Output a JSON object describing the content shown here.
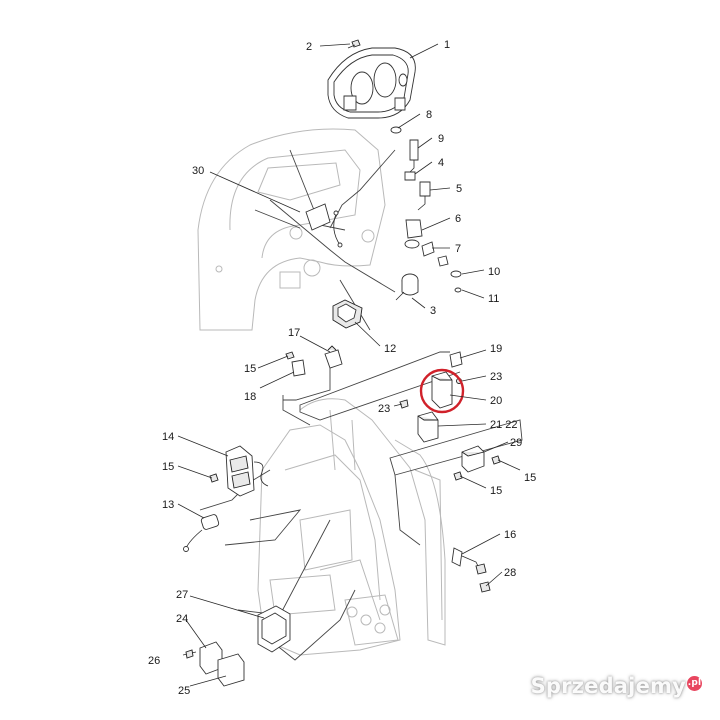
{
  "diagram": {
    "highlight_color": "#d0212a",
    "callouts": [
      {
        "id": "c1",
        "text": "1"
      },
      {
        "id": "c2",
        "text": "2"
      },
      {
        "id": "c3",
        "text": "3"
      },
      {
        "id": "c4",
        "text": "4"
      },
      {
        "id": "c5",
        "text": "5"
      },
      {
        "id": "c6",
        "text": "6"
      },
      {
        "id": "c7",
        "text": "7"
      },
      {
        "id": "c8",
        "text": "8"
      },
      {
        "id": "c9",
        "text": "9"
      },
      {
        "id": "c10",
        "text": "10"
      },
      {
        "id": "c11",
        "text": "11"
      },
      {
        "id": "c12",
        "text": "12"
      },
      {
        "id": "c13",
        "text": "13"
      },
      {
        "id": "c14",
        "text": "14"
      },
      {
        "id": "c15a",
        "text": "15"
      },
      {
        "id": "c15b",
        "text": "15"
      },
      {
        "id": "c15c",
        "text": "15"
      },
      {
        "id": "c15d",
        "text": "15"
      },
      {
        "id": "c16",
        "text": "16"
      },
      {
        "id": "c17",
        "text": "17"
      },
      {
        "id": "c18",
        "text": "18"
      },
      {
        "id": "c19",
        "text": "19"
      },
      {
        "id": "c20",
        "text": "20"
      },
      {
        "id": "c2122",
        "text": "21 22"
      },
      {
        "id": "c23a",
        "text": "23"
      },
      {
        "id": "c23b",
        "text": "23"
      },
      {
        "id": "c24",
        "text": "24"
      },
      {
        "id": "c25",
        "text": "25"
      },
      {
        "id": "c26",
        "text": "26"
      },
      {
        "id": "c27",
        "text": "27"
      },
      {
        "id": "c28",
        "text": "28"
      },
      {
        "id": "c29",
        "text": "29"
      },
      {
        "id": "c30",
        "text": "30"
      }
    ]
  },
  "watermark": {
    "text": "Sprzedajemy",
    "badge": ".pl",
    "badge_color": "#e8465f"
  }
}
